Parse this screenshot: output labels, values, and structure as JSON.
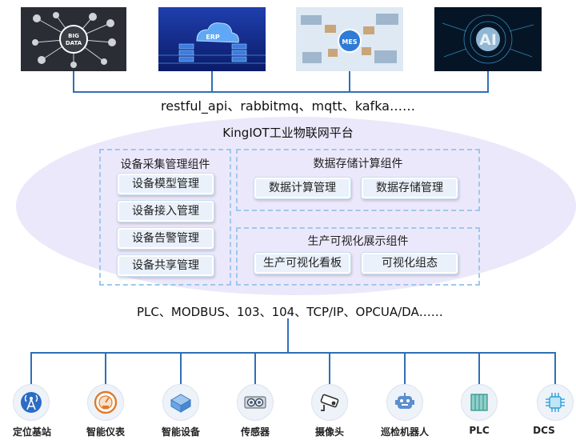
{
  "top_images": [
    {
      "name": "big-data-image",
      "label": "BIG DATA"
    },
    {
      "name": "erp-image",
      "label": "ERP"
    },
    {
      "name": "mes-image",
      "label": "MES"
    },
    {
      "name": "ai-image",
      "label": "AI"
    }
  ],
  "top_protocols": "restful_api、rabbitmq、mqtt、kafka……",
  "platform": {
    "title": "KingIOT工业物联网平台",
    "device_group": {
      "title": "设备采集管理组件",
      "items": [
        "设备模型管理",
        "设备接入管理",
        "设备告警管理",
        "设备共享管理"
      ]
    },
    "data_group": {
      "title": "数据存储计算组件",
      "items": [
        "数据计算管理",
        "数据存储管理"
      ]
    },
    "viz_group": {
      "title": "生产可视化展示组件",
      "items": [
        "生产可视化看板",
        "可视化组态"
      ]
    }
  },
  "bottom_protocols": "PLC、MODBUS、103、104、TCP/IP、OPCUA/DA……",
  "devices": [
    {
      "label": "定位基站",
      "icon": "antenna-icon"
    },
    {
      "label": "智能仪表",
      "icon": "gauge-icon"
    },
    {
      "label": "智能设备",
      "icon": "device-stack-icon"
    },
    {
      "label": "传感器",
      "icon": "sensor-icon"
    },
    {
      "label": "摄像头",
      "icon": "camera-icon"
    },
    {
      "label": "巡检机器人",
      "icon": "robot-icon"
    },
    {
      "label": "PLC",
      "icon": "plc-icon"
    },
    {
      "label": "DCS",
      "icon": "chip-icon"
    }
  ],
  "colors": {
    "connector": "#2f6fb5",
    "ellipse": "#ece8fb",
    "dashed_border": "#9fc8ec",
    "button_bg": "#eaf1fa"
  }
}
